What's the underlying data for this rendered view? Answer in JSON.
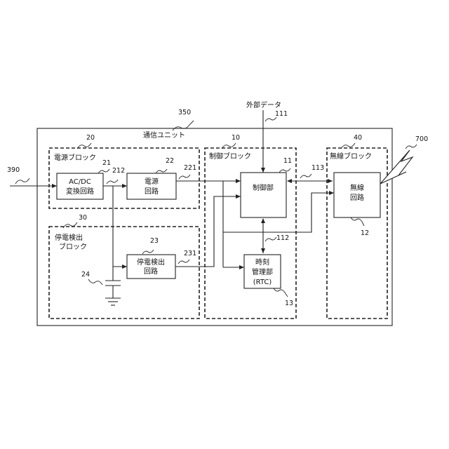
{
  "external_data": "外部データ",
  "unit": {
    "title": "通信ユニット",
    "ref": "350"
  },
  "blocks": {
    "power": {
      "title": "電源ブロック",
      "ref": "20"
    },
    "outage": {
      "title_line1": "停電検出",
      "title_line2": "ブロック",
      "ref": "30"
    },
    "control": {
      "title": "制御ブロック",
      "ref": "10"
    },
    "wireless": {
      "title": "無線ブロック",
      "ref": "40"
    }
  },
  "components": {
    "acdc": {
      "line1": "AC/DC",
      "line2": "変換回路",
      "ref": "21"
    },
    "power_circuit": {
      "line1": "電源",
      "line2": "回路",
      "ref": "22"
    },
    "outage_circuit": {
      "line1": "停電検出",
      "line2": "回路",
      "ref": "23"
    },
    "controller": {
      "label": "制御部",
      "ref": "11"
    },
    "rtc": {
      "line1": "時刻",
      "line2": "管理部",
      "line3": "(RTC)",
      "ref": "13"
    },
    "radio": {
      "line1": "無線",
      "line2": "回路",
      "ref": "12"
    },
    "capacitor": {
      "ref": "24"
    }
  },
  "signals": {
    "input": "390",
    "external": "111",
    "acdc_out": "212",
    "power_out": "221",
    "outage_out": "231",
    "rtc_bus": "112",
    "radio_bus": "113",
    "antenna": "700"
  }
}
